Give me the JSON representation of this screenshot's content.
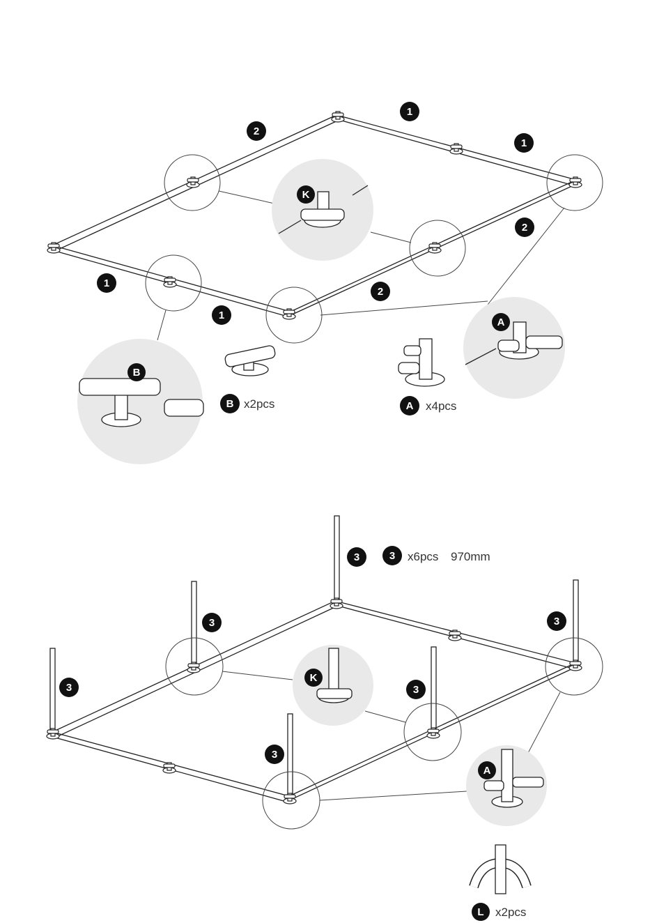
{
  "colors": {
    "badge": "#111111",
    "line": "#222222",
    "detail_fill": "#e9e9e9",
    "pipe_fill": "#ffffff"
  },
  "step1": {
    "badges": {
      "b1": "1",
      "b2": "2",
      "bK": "K",
      "bA": "A",
      "bB": "B"
    },
    "captions": {
      "b_count": "x2pcs",
      "a_count": "x4pcs"
    }
  },
  "step2": {
    "badges": {
      "b3": "3",
      "bK": "K",
      "bA": "A",
      "bL": "L"
    },
    "captions": {
      "pipe3_count": "x6pcs",
      "pipe3_length": "970mm",
      "l_count": "x2pcs"
    }
  }
}
